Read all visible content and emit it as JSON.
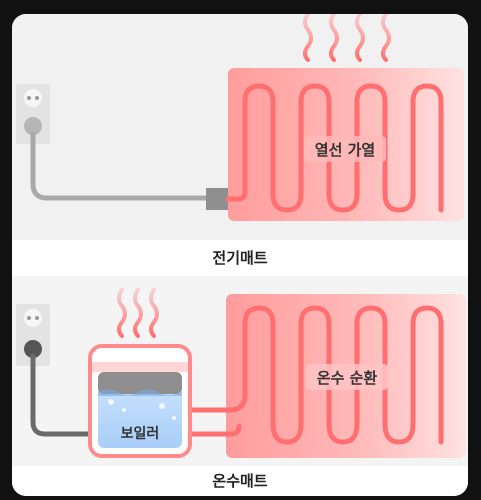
{
  "top_panel": {
    "mat_label": "열선 가열",
    "caption": "전기매트"
  },
  "bottom_panel": {
    "mat_label": "온수 순환",
    "boiler_label": "보일러",
    "caption": "온수매트"
  },
  "colors": {
    "mat_fill": "#ffb3b3",
    "coil": "#ff6f6f",
    "steam": "#ff8a8a",
    "cable": "#a9a9a9",
    "outlet": "#d8d8d8"
  }
}
